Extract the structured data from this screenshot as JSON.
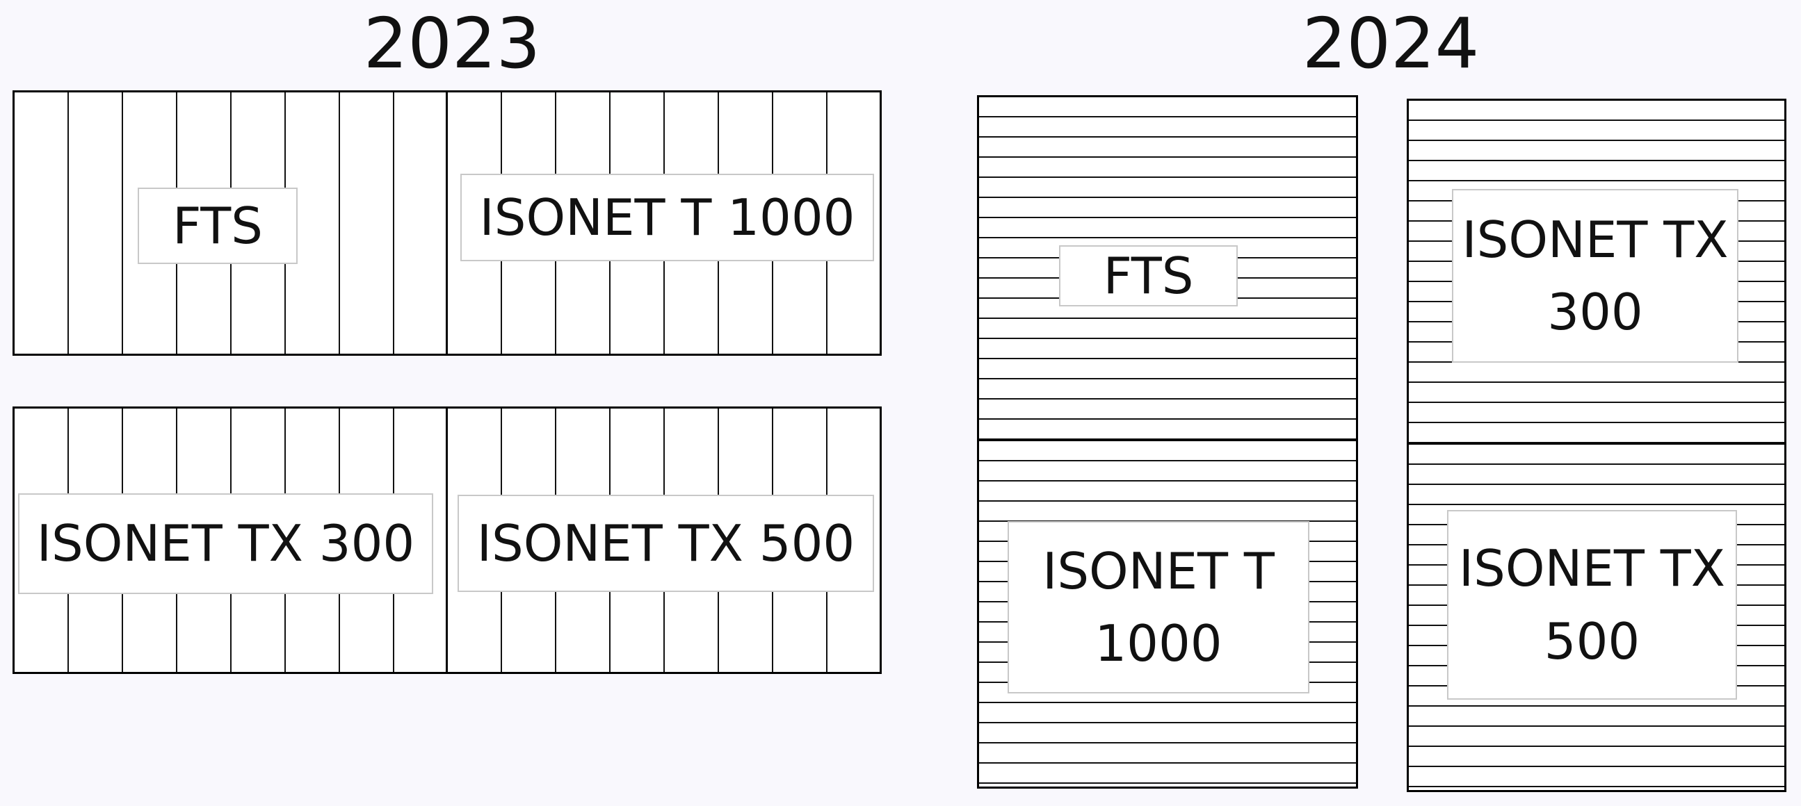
{
  "groups": [
    {
      "year": "2023",
      "items": [
        "FTS",
        "ISONET T 1000",
        "ISONET TX 300",
        "ISONET TX 500"
      ]
    },
    {
      "year": "2024",
      "items": [
        "FTS",
        "ISONET TX\n300",
        "ISONET T\n1000",
        "ISONET TX\n500"
      ]
    }
  ],
  "colors": {
    "background": "#f9f8fd",
    "fill": "#ffffff",
    "stroke": "#000000",
    "label_border": "#c8c8c8"
  }
}
